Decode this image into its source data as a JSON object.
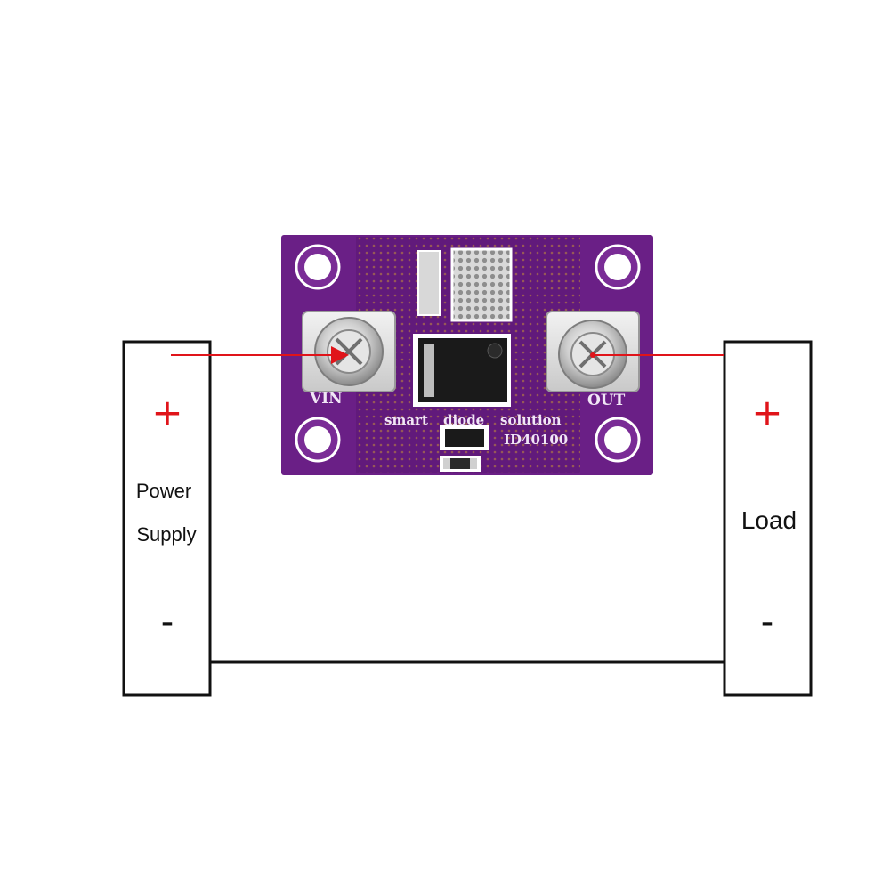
{
  "left_box": {
    "plus": "+",
    "title_line1": "Power",
    "title_line2": "Supply",
    "minus": "-"
  },
  "right_box": {
    "plus": "+",
    "title": "Load",
    "minus": "-"
  },
  "board": {
    "label_vin": "VIN",
    "label_out": "OUT",
    "label_smart": "smart",
    "label_diode": "diode",
    "label_solution": "solution",
    "label_part": "ID40100"
  },
  "colors": {
    "board": "#6a1f86",
    "board_dark": "#521468",
    "wire": "#111111",
    "arrow": "#e0141a"
  }
}
